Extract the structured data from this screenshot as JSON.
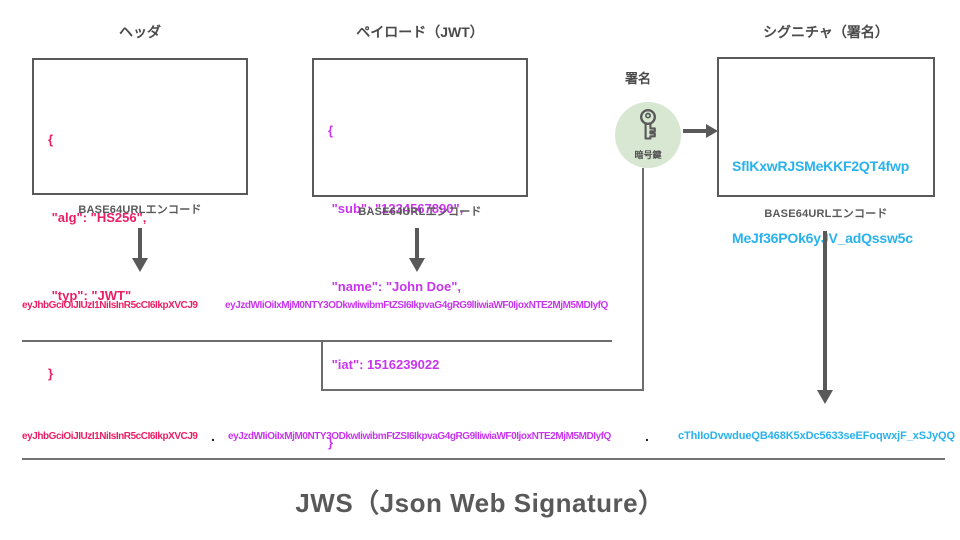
{
  "diagram": {
    "header": {
      "title": "ヘッダ",
      "code_lines": [
        "{",
        " \"alg\": \"HS256\",",
        " \"typ\": \"JWT\"",
        "}"
      ],
      "encode_label": "BASE64URLエンコード",
      "encoded": "eyJhbGciOiJIUzI1NiIsInR5cCI6IkpXVCJ9",
      "color": "#ec1e63"
    },
    "payload": {
      "title": "ペイロード（JWT）",
      "code_lines": [
        "{",
        " \"sub\": \"1234567890\",",
        " \"name\": \"John Doe\",",
        " \"iat\": 1516239022",
        "}"
      ],
      "encode_label": "BASE64URLエンコード",
      "encoded": "eyJzdWIiOiIxMjM0NTY3ODkwIiwibmFtZSI6IkpvaG4gRG9lIiwiaWF0IjoxNTE2MjM5MDIyfQ",
      "color": "#c935ee"
    },
    "signing": {
      "label": "署名",
      "key_label": "暗号鍵",
      "key_icon": "key-icon",
      "circle_color": "#d7e7d1"
    },
    "signature": {
      "title": "シグニチャ（署名）",
      "code_lines": [
        "SflKxwRJSMeKKF2QT4fwp",
        "MeJf36POk6yJV_adQssw5c"
      ],
      "encode_label": "BASE64URLエンコード",
      "signed": "cThIIoDvwdueQB468K5xDc5633seEFoqwxjF_xSJyQQ",
      "color": "#29b2ed"
    },
    "jws": {
      "separator": ".",
      "title": "JWS（Json Web Signature）"
    }
  }
}
